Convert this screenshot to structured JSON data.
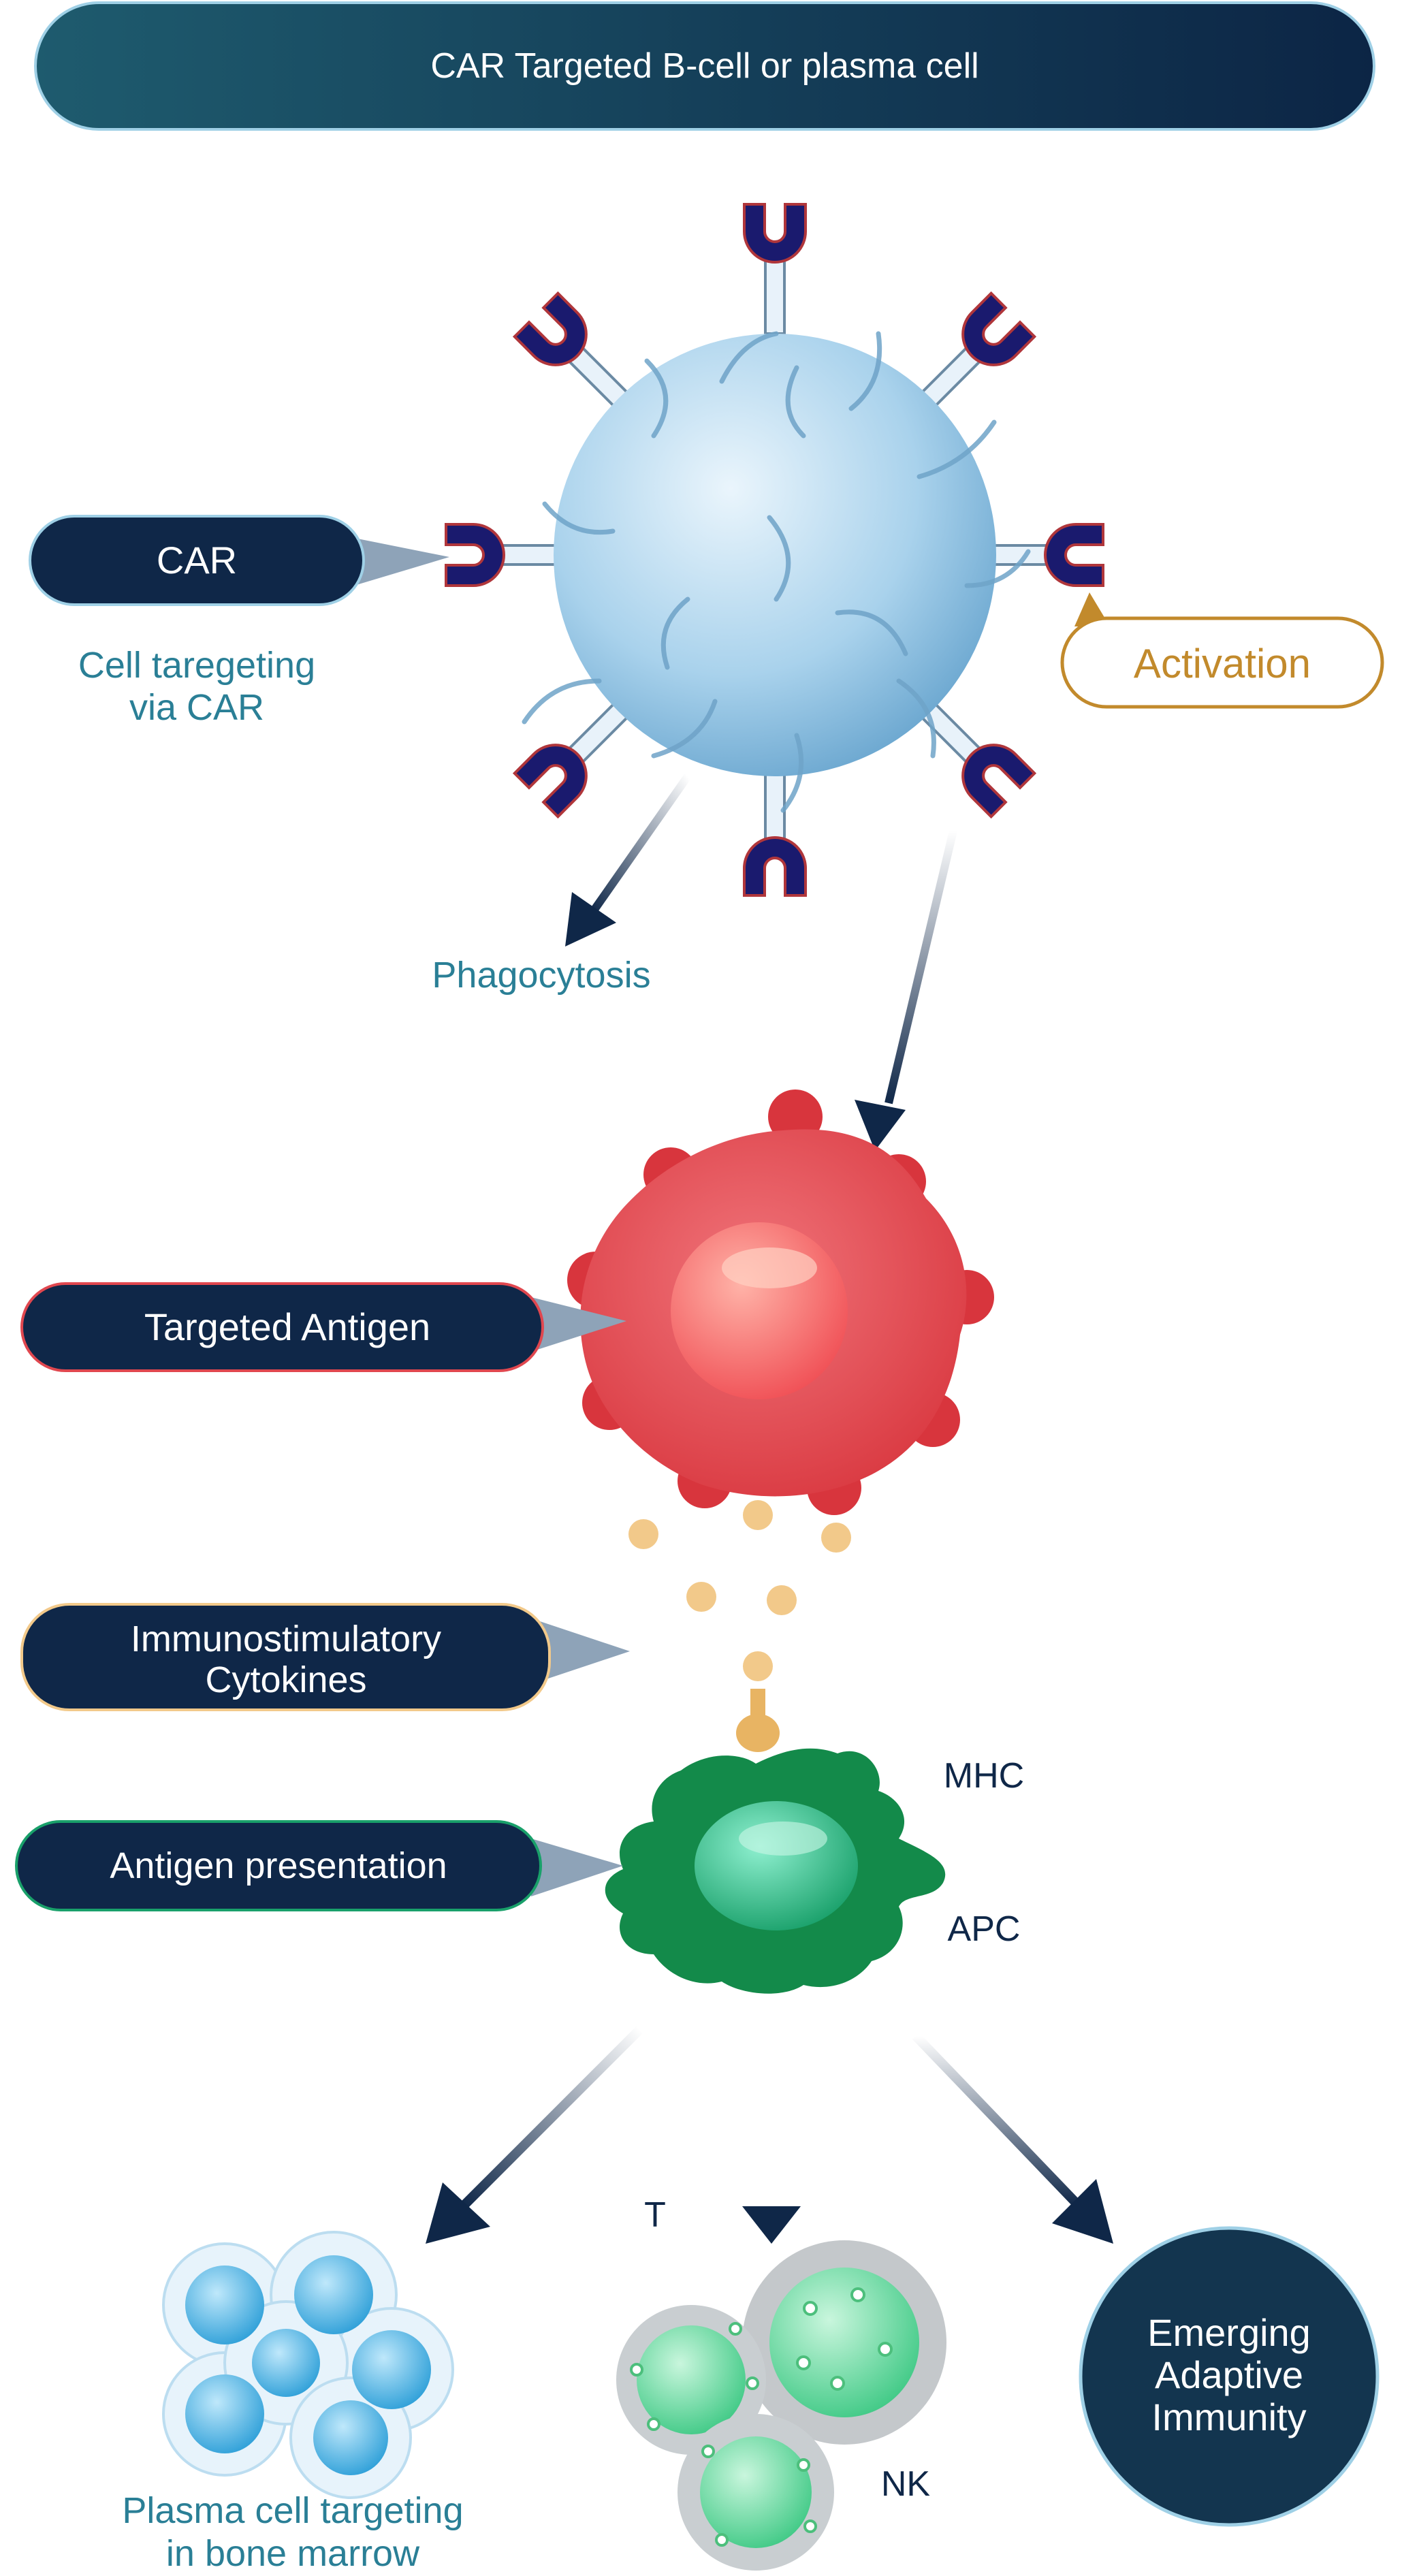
{
  "header": {
    "title": "CAR Targeted B-cell or plasma cell"
  },
  "labels": {
    "car": "CAR",
    "cell_targeting_line1": "Cell taregeting",
    "cell_targeting_line2": "via CAR",
    "activation": "Activation",
    "phagocytosis": "Phagocytosis",
    "targeted_antigen": "Targeted Antigen",
    "cytokines_line1": "Immunostimulatory",
    "cytokines_line2": "Cytokines",
    "antigen_presentation": "Antigen presentation",
    "mhc": "MHC",
    "apc": "APC",
    "t": "T",
    "nk": "NK",
    "plasma_line1": "Plasma cell targeting",
    "plasma_line2": "in bone marrow",
    "emerging_line1": "Emerging",
    "emerging_line2": "Adaptive",
    "emerging_line3": "Immunity"
  },
  "colors": {
    "navy": "#0f2748",
    "teal_text": "#2a7f96",
    "gold": "#c28a2c",
    "red_cell": "#e0474f",
    "green_cell": "#138a4a",
    "blue_cell": "#a8d3ec",
    "cytokine": "#f2c98a"
  }
}
